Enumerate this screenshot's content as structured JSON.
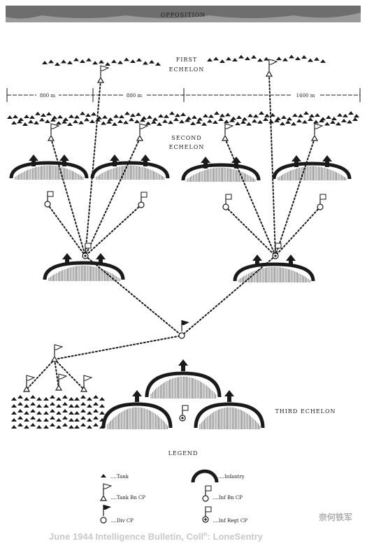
{
  "header": {
    "banner": "OPPOSITION"
  },
  "labels": {
    "first_echelon": [
      "FIRST",
      "ECHELON"
    ],
    "second_echelon": [
      "SECOND",
      "ECHELON"
    ],
    "third_echelon": "THIRD ECHELON"
  },
  "dimensions": {
    "left": "800 m",
    "middle": "800 m",
    "right": "1600 m"
  },
  "legend": {
    "title": "LEGEND",
    "items": [
      {
        "label": "Tank",
        "icon": "tank-icon"
      },
      {
        "label": "Infantry",
        "icon": "infantry-icon"
      },
      {
        "label": "Tank Bn CP",
        "icon": "tank-bn-cp-icon"
      },
      {
        "label": "Inf Bn CP",
        "icon": "inf-bn-cp-icon"
      },
      {
        "label": "Div CP",
        "icon": "div-cp-icon"
      },
      {
        "label": "Inf Regt CP",
        "icon": "inf-regt-cp-icon"
      }
    ]
  },
  "caption": {
    "text": "June 1944 Intelligence Bulletin, Coll",
    "sup": "n",
    "tail": ": LoneSentry",
    "logo": "奈何铁军"
  }
}
